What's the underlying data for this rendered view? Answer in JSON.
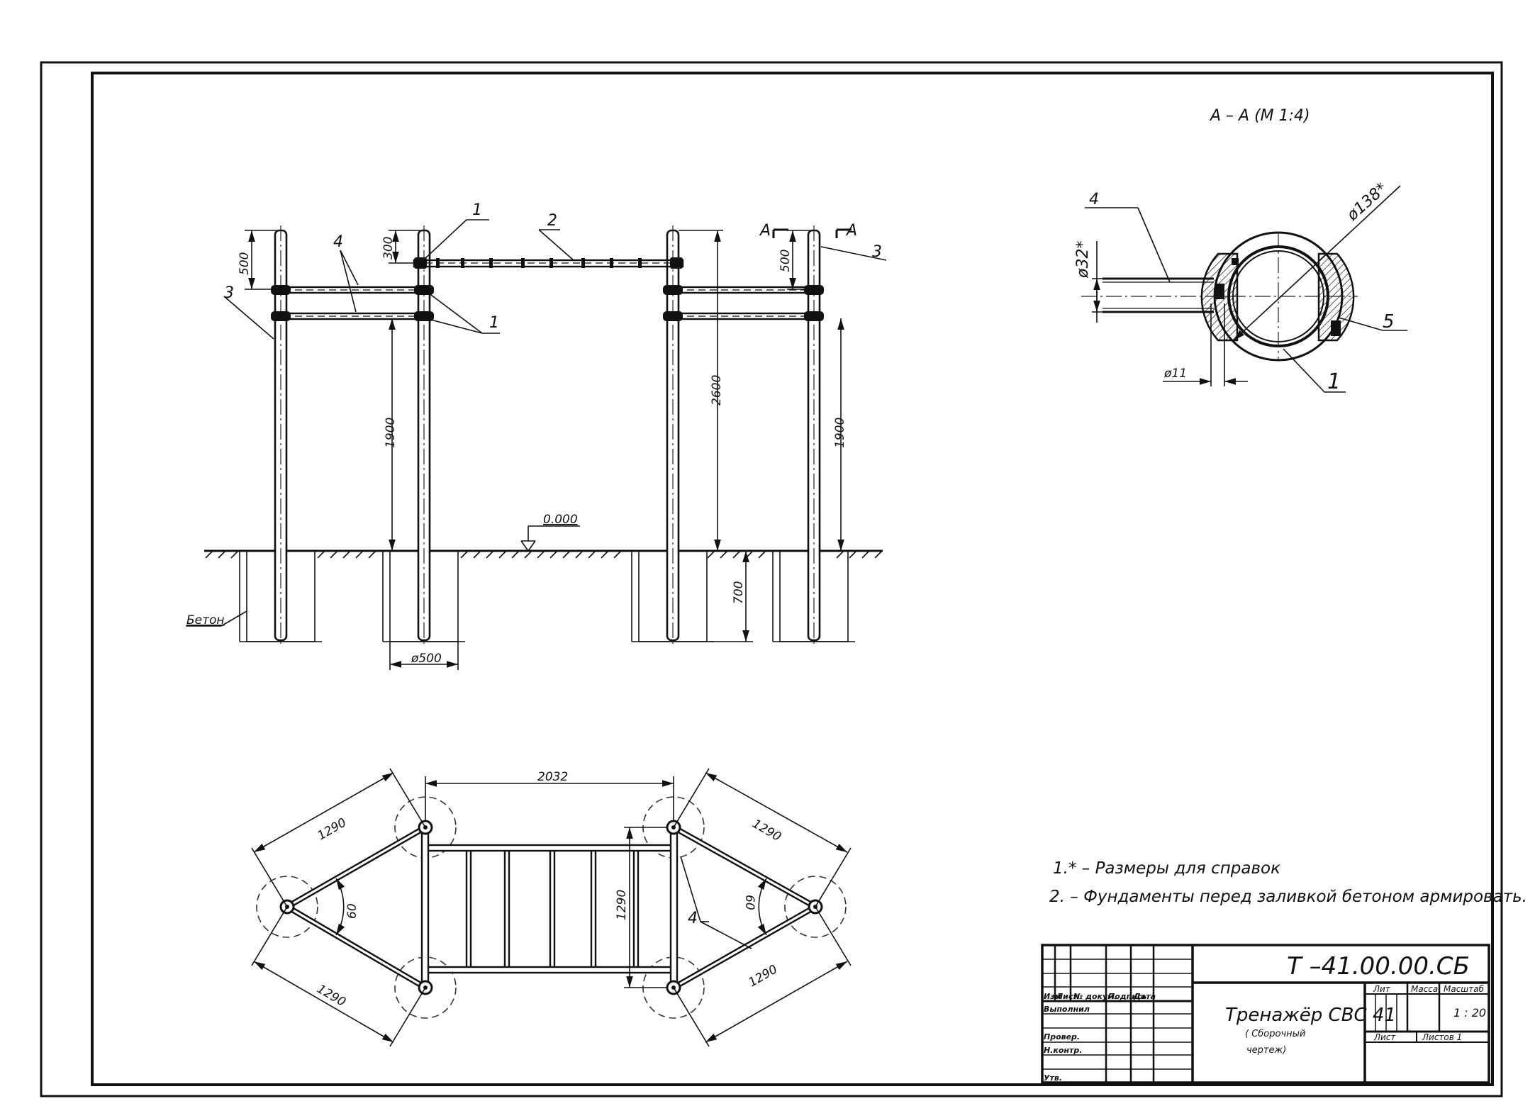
{
  "section_title": "А – А (М 1:4)",
  "section_marks": [
    "А",
    "А"
  ],
  "level_mark": "0.000",
  "front_view": {
    "dims": {
      "top_left": "500",
      "top_mid": "300",
      "top_right": "500",
      "height_left": "1900",
      "height_total": "2600",
      "height_right": "1900",
      "depth": "700",
      "foundation_dia": "ø500"
    },
    "beton_label": "Бетон",
    "positions": [
      "1",
      "2",
      "3",
      "4",
      "1",
      "3"
    ]
  },
  "plan_view": {
    "span": "2032",
    "width": "1290",
    "edges": [
      "1290",
      "1290",
      "1290",
      "1290"
    ],
    "angles": [
      "60",
      "60"
    ],
    "position": "4"
  },
  "section_view": {
    "dia_outer": "ø138*",
    "dia_tube": "ø32*",
    "dia_bolt": "ø11",
    "positions": [
      "4",
      "5",
      "1"
    ]
  },
  "notes": [
    "1.* – Размеры для справок",
    "2. – Фундаменты перед заливкой бетоном армировать."
  ],
  "title_block": {
    "designation": "Т –41.00.00.СБ",
    "name": "Тренажёр СВС 41",
    "subtitle_1": "( Сборочный",
    "subtitle_2": "чертеж)",
    "headers": {
      "izm": "Изм",
      "list": "Лист",
      "doc": "№ докум.",
      "sign": "Подпись",
      "date": "Дата",
      "lit": "Лит",
      "mass": "Масса",
      "scale": "Масштаб"
    },
    "rows": {
      "vypolnil": "Выполнил",
      "prover": "Провер.",
      "nkontr": "Н.контр.",
      "utv": "Утв."
    },
    "scale_value": "1 : 20",
    "sheet_label": "Лист",
    "sheets_label": "Листов  1"
  }
}
